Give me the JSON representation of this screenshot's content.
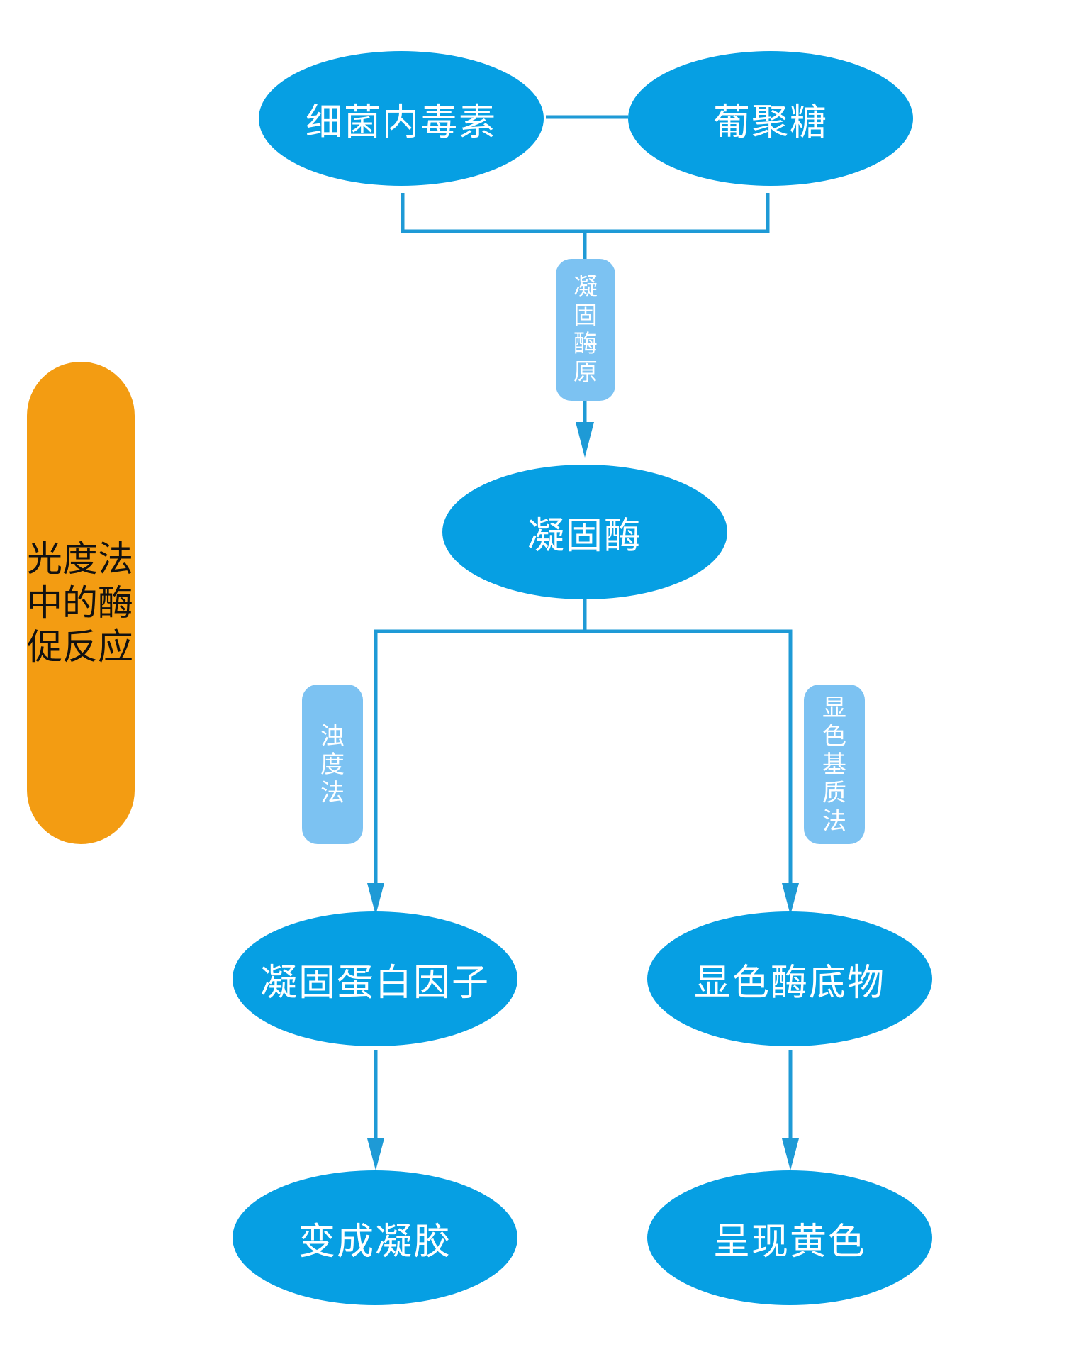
{
  "colors": {
    "node": "#069fe3",
    "label": "#7cc2f2",
    "line": "#1e9ad6",
    "title": "#f39c12"
  },
  "title": "光度法中的酶促反应",
  "nodes": {
    "endotoxin": "细菌内毒素",
    "glucan": "葡聚糖",
    "clotting_enzyme": "凝固酶",
    "coagulogen": "凝固蛋白因子",
    "chromogenic_substrate": "显色酶底物",
    "gel": "变成凝胶",
    "yellow": "呈现黄色"
  },
  "edge_labels": {
    "proenzyme": "凝固酶原",
    "turbidimetric": "浊度法",
    "chromogenic": "显色基质法"
  }
}
